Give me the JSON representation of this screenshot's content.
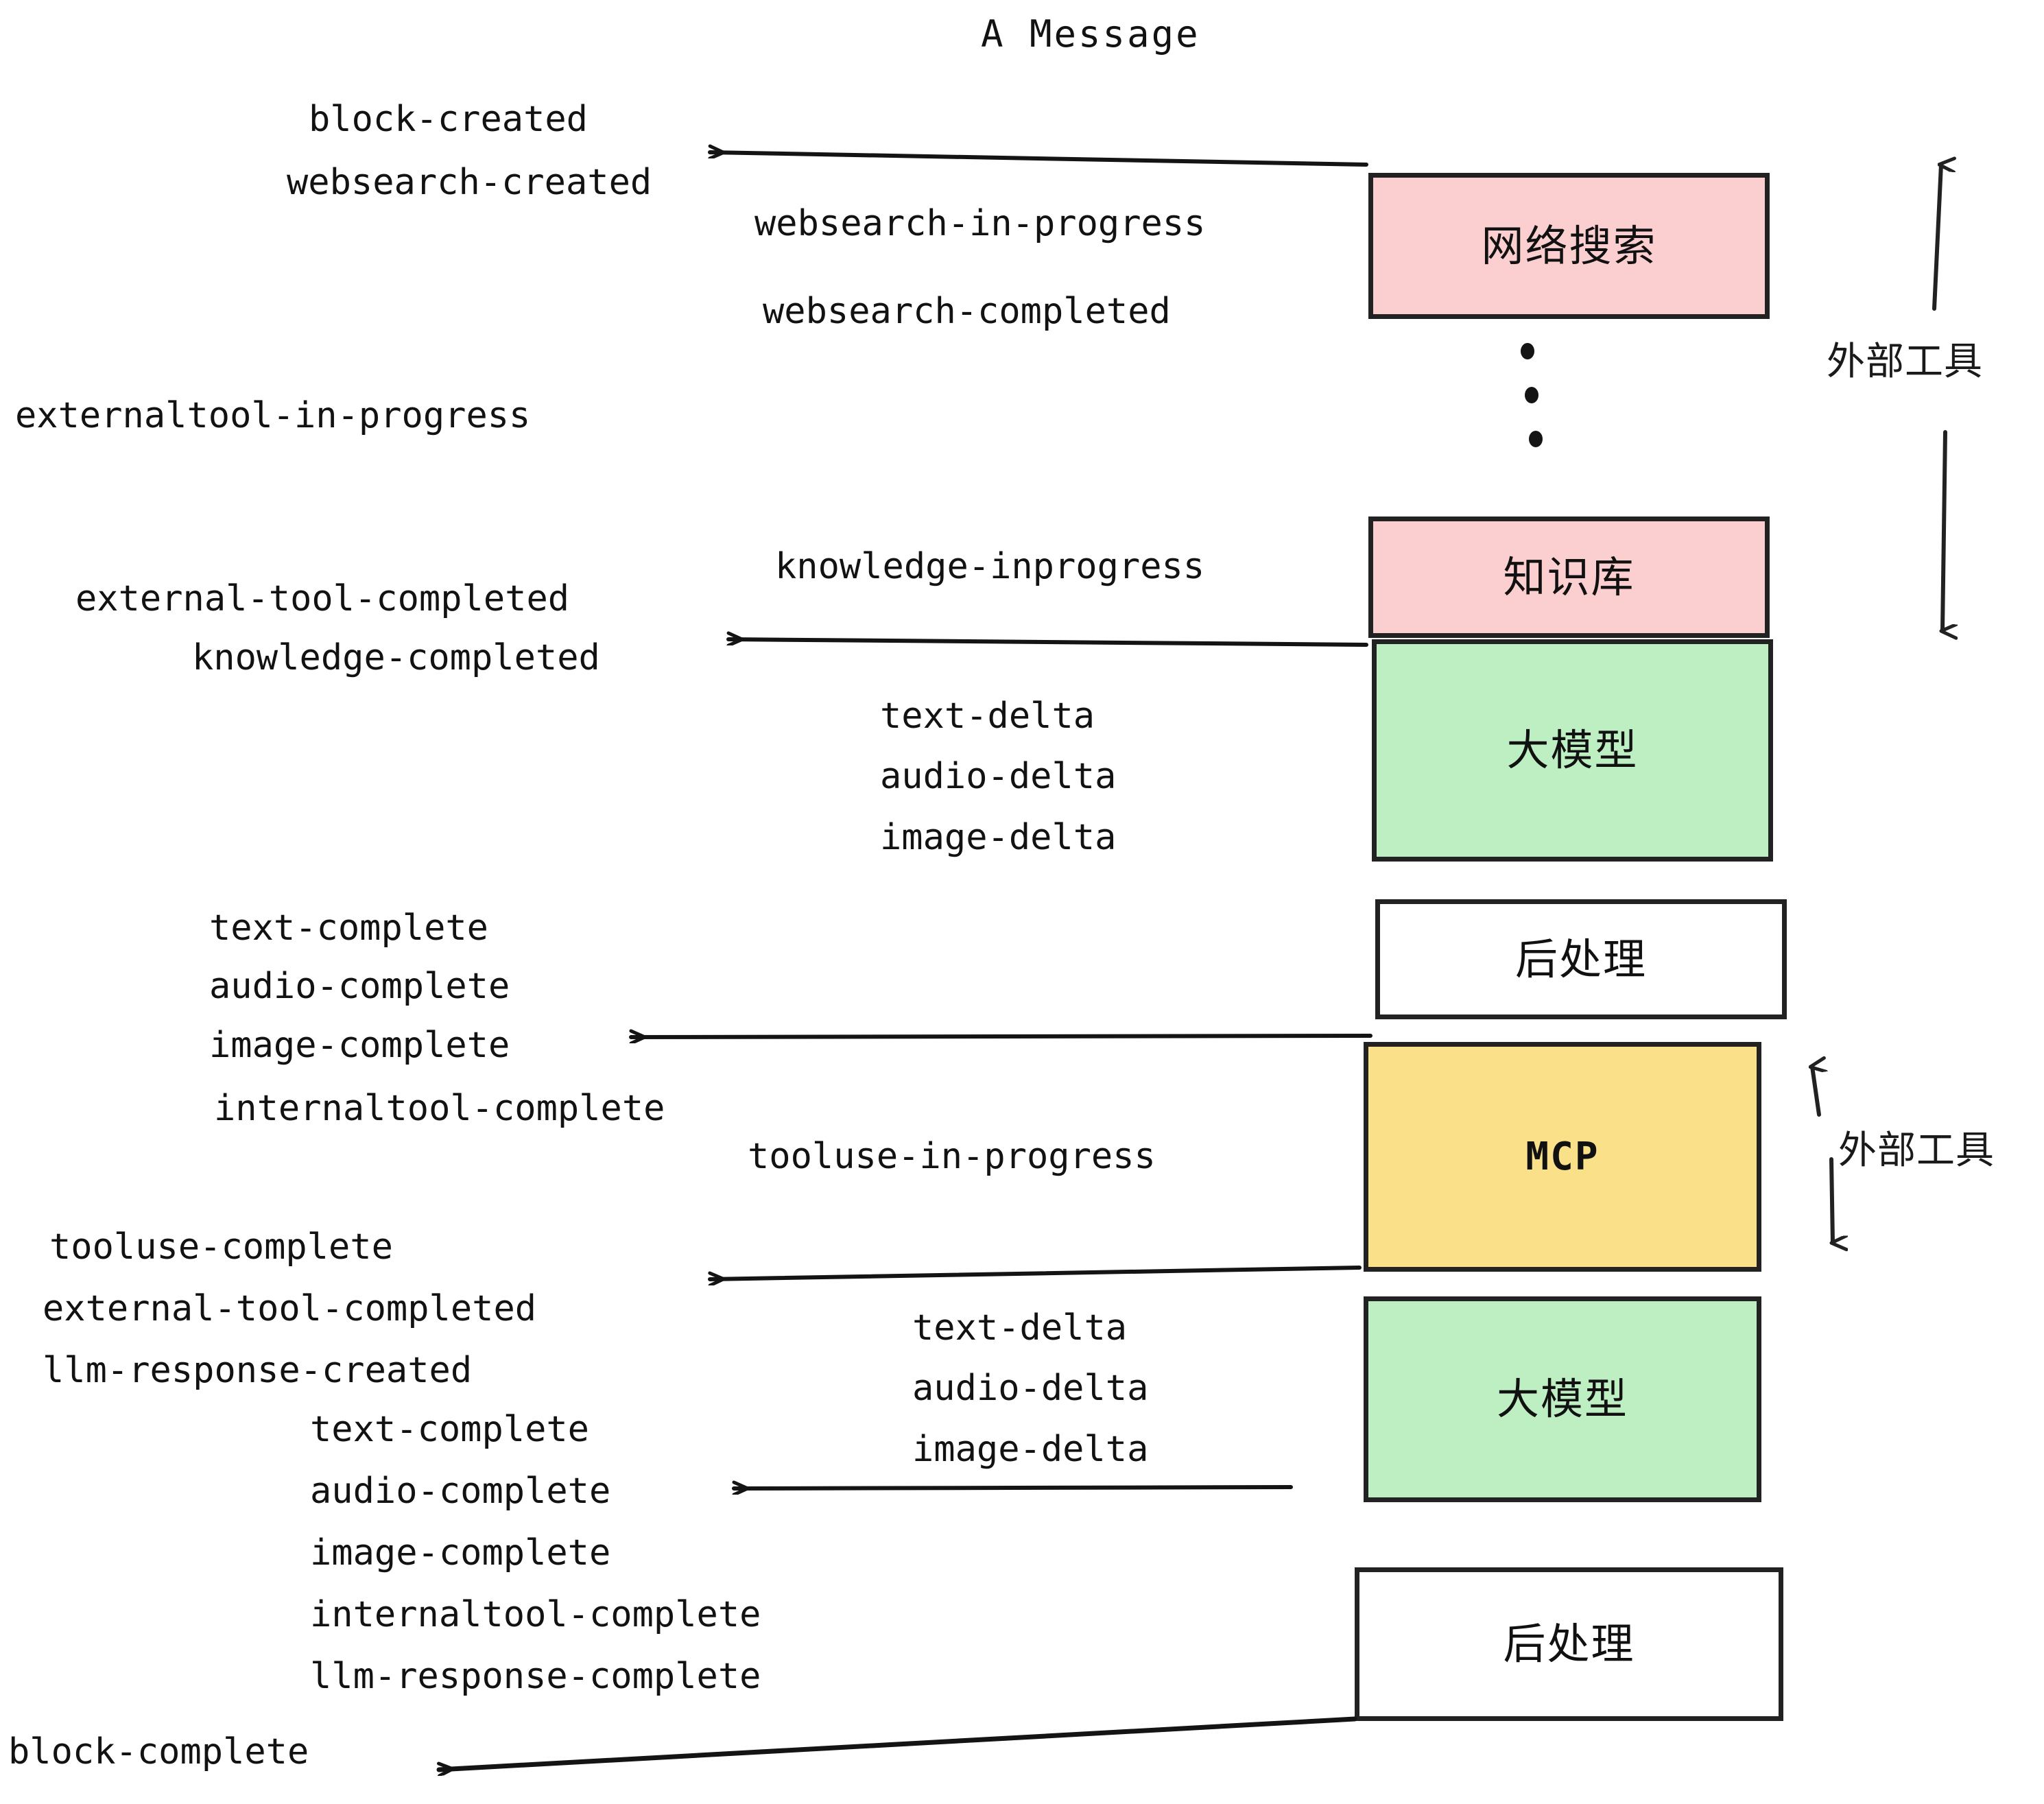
{
  "title": "A Message",
  "colors": {
    "pink": "#FBCFCF",
    "green": "#BEEFC3",
    "yellow": "#FBE08A",
    "white": "#FFFFFF",
    "stroke": "#222222",
    "text": "#121212"
  },
  "nodes": [
    {
      "id": "websearch",
      "label": "网络搜索",
      "fill": "pink"
    },
    {
      "id": "knowledge",
      "label": "知识库",
      "fill": "pink"
    },
    {
      "id": "llm-1",
      "label": "大模型",
      "fill": "green"
    },
    {
      "id": "postprocess-1",
      "label": "后处理",
      "fill": "white"
    },
    {
      "id": "mcp",
      "label": "MCP",
      "fill": "yellow"
    },
    {
      "id": "llm-2",
      "label": "大模型",
      "fill": "green"
    },
    {
      "id": "postprocess-2",
      "label": "后处理",
      "fill": "white"
    }
  ],
  "side_labels": [
    {
      "id": "external-tools-upper",
      "label": "外部工具"
    },
    {
      "id": "external-tools-lower",
      "label": "外部工具"
    }
  ],
  "events": {
    "block_created": "block-created",
    "websearch_created": "websearch-created",
    "websearch_in_progress": "websearch-in-progress",
    "websearch_completed": "websearch-completed",
    "externaltool_in_progress": "externaltool-in-progress",
    "knowledge_inprogress": "knowledge-inprogress",
    "external_tool_completed_1": "external-tool-completed",
    "knowledge_completed": "knowledge-completed",
    "text_delta_1": "text-delta",
    "audio_delta_1": "audio-delta",
    "image_delta_1": "image-delta",
    "text_complete_1": "text-complete",
    "audio_complete_1": "audio-complete",
    "image_complete_1": "image-complete",
    "internaltool_complete_1": "internaltool-complete",
    "tooluse_in_progress": "tooluse-in-progress",
    "tooluse_complete": "tooluse-complete",
    "external_tool_completed_2": "external-tool-completed",
    "llm_response_created": "llm-response-created",
    "text_delta_2": "text-delta",
    "audio_delta_2": "audio-delta",
    "image_delta_2": "image-delta",
    "text_complete_2": "text-complete",
    "audio_complete_2": "audio-complete",
    "image_complete_2": "image-complete",
    "internaltool_complete_2": "internaltool-complete",
    "llm_response_complete": "llm-response-complete",
    "block_complete": "block-complete"
  }
}
